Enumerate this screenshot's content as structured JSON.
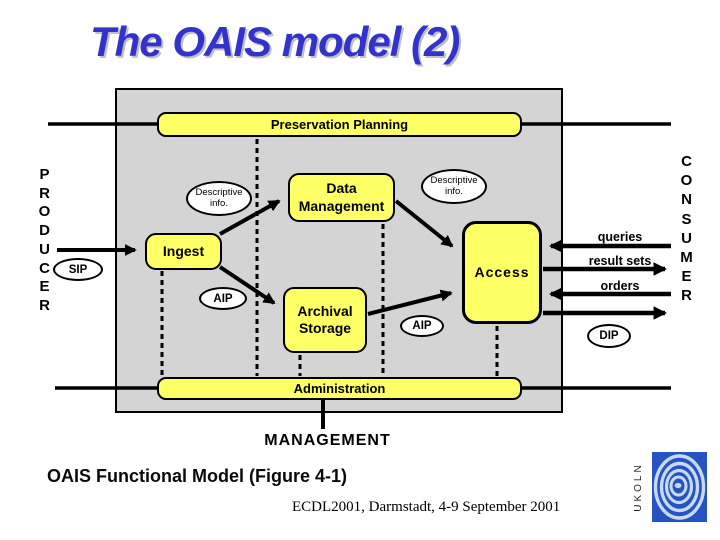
{
  "slide": {
    "title": "The OAIS model (2)",
    "management_label": "MANAGEMENT",
    "footer_heading": "OAIS Functional Model (Figure 4-1)",
    "footer_credit": "ECDL2001, Darmstadt, 4-9 September 2001",
    "logo_text": "UKOLN"
  },
  "diagram": {
    "producer_label": "PRODUCER",
    "consumer_label": "CONSUMER",
    "boxes": {
      "preservation_planning": "Preservation Planning",
      "ingest": "Ingest",
      "data_management": "Data Management",
      "archival_storage": "Archival Storage",
      "access": "Access",
      "administration": "Administration"
    },
    "ellipses": {
      "sip": "SIP",
      "aip": "AIP",
      "dip": "DIP",
      "descriptive_info": "Descriptive info."
    },
    "flow_labels": {
      "queries": "queries",
      "result_sets": "result sets",
      "orders": "orders"
    },
    "colors": {
      "title_blue": "#3333CC",
      "panel_gray": "#D4D4D4",
      "function_yellow": "#FFFF66",
      "line_black": "#000000",
      "logo_blue": "#2553C4",
      "logo_ring_light_blue": "#C9D9F0"
    }
  }
}
